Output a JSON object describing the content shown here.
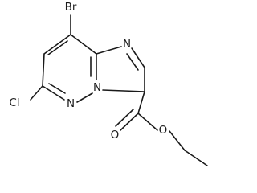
{
  "molecule": {
    "atoms": {
      "bromine": "Br",
      "chlorine": "Cl",
      "nitrogen_imidazole": "N",
      "nitrogen_bridge": "N",
      "nitrogen_pyridazine": "N",
      "oxygen_carbonyl": "O",
      "oxygen_ester": "O"
    }
  },
  "colors": {
    "bond": "#1a1a1a",
    "background": "#ffffff"
  }
}
